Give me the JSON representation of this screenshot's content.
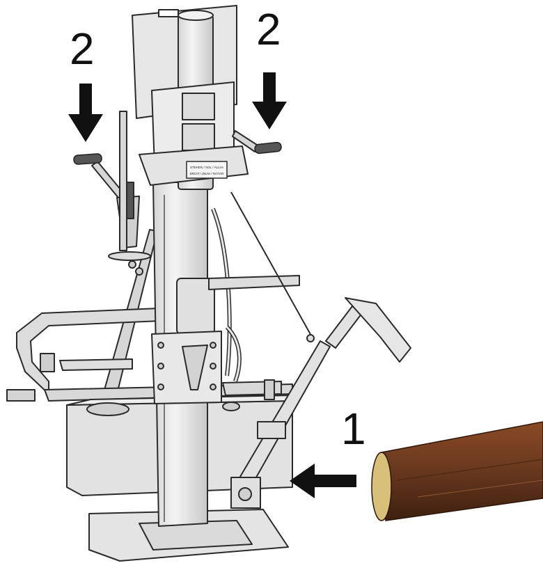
{
  "labels": {
    "step_2_left": "2",
    "step_2_right": "2",
    "step_1": "1"
  },
  "plate_text": {
    "line1": "STEHEN / SOL / ÁLLVA",
    "line2": "DROIT / ZNAK / NOTAR"
  },
  "icons": {
    "arrow_left": "arrow-down-icon",
    "arrow_right": "arrow-down-icon",
    "arrow_log": "arrow-left-icon"
  },
  "colors": {
    "machine_fill": "#e8e8e8",
    "machine_stroke": "#2a2a2a",
    "arrow": "#111111",
    "log_bark": "#6b3a1f",
    "log_end": "#d9c07a",
    "handle_grip": "#555555"
  }
}
